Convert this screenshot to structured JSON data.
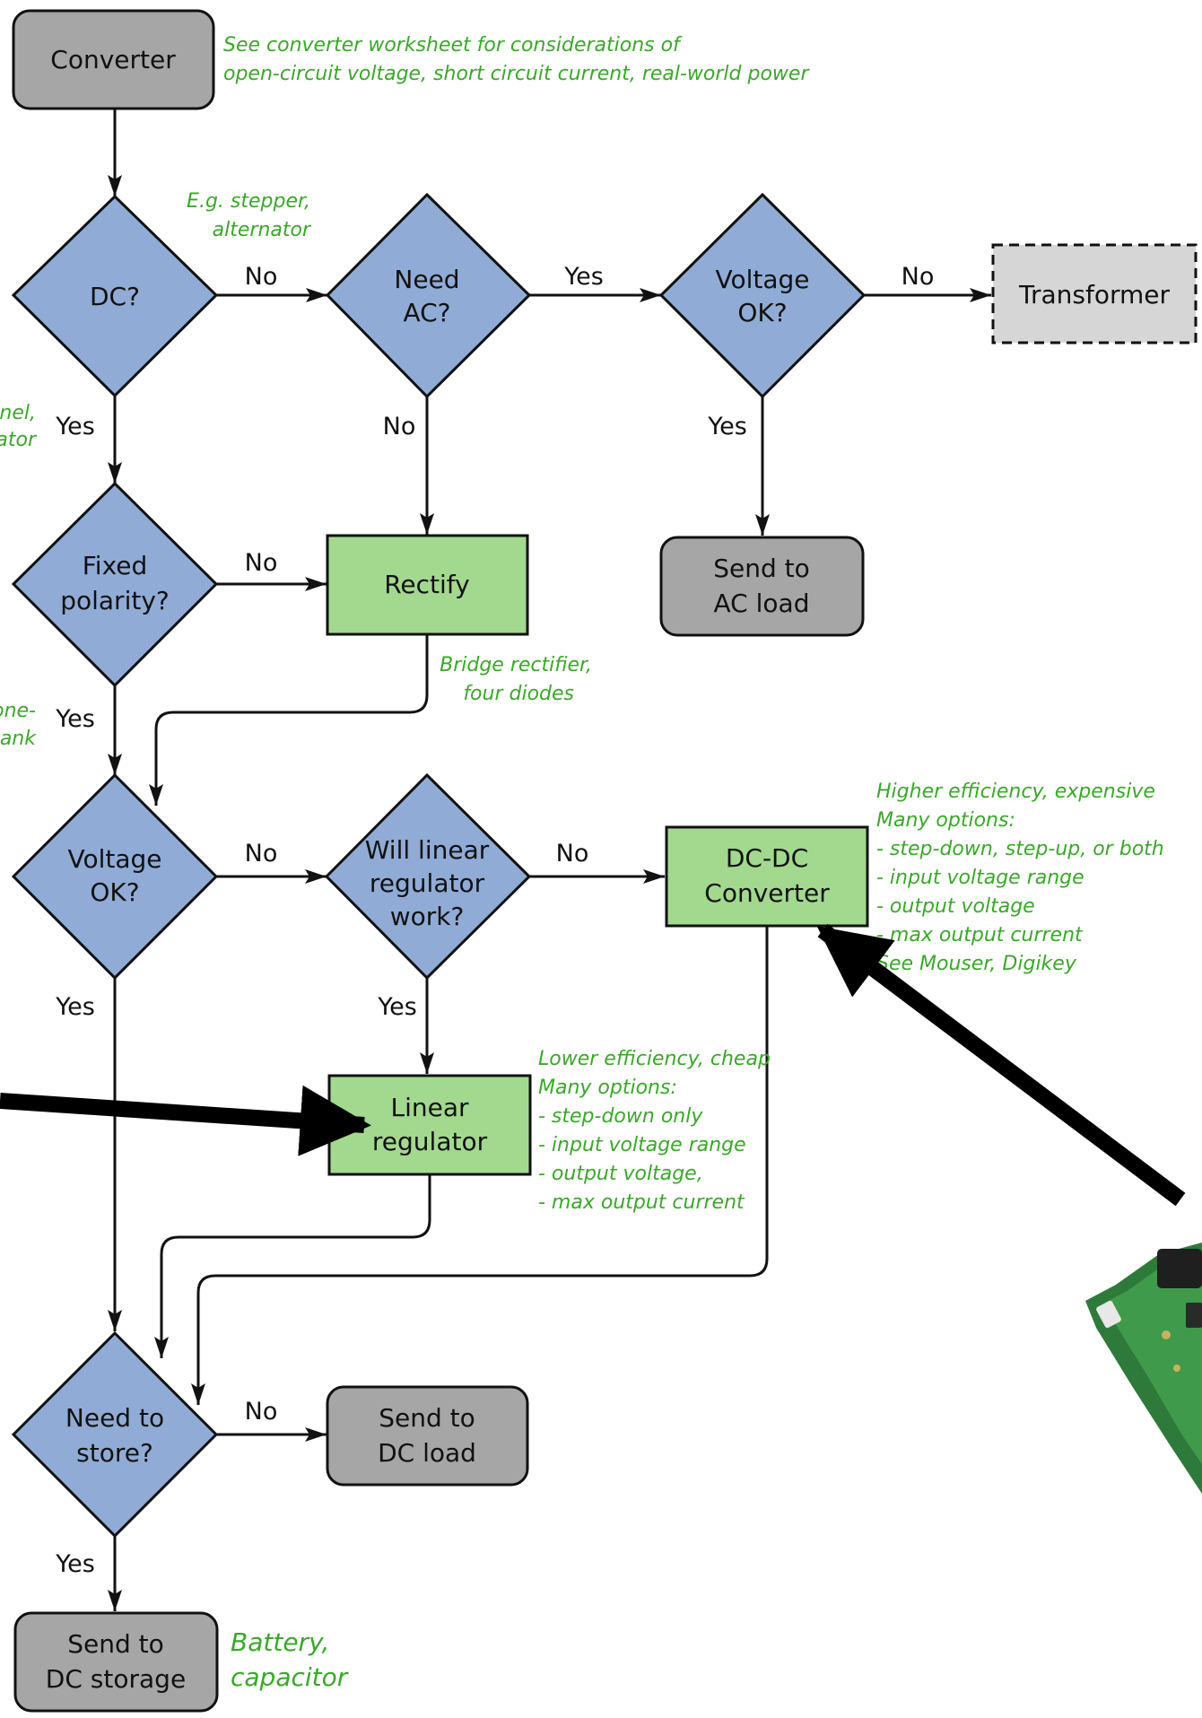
{
  "nodes": {
    "converter": "Converter",
    "dc": "DC?",
    "need_ac": [
      "Need",
      "AC?"
    ],
    "voltage_ok_ac": [
      "Voltage",
      "OK?"
    ],
    "transformer": "Transformer",
    "fixed_polarity": [
      "Fixed",
      "polarity?"
    ],
    "rectify": "Rectify",
    "send_ac_load": [
      "Send to",
      "AC load"
    ],
    "voltage_ok_dc": [
      "Voltage",
      "OK?"
    ],
    "will_linear": [
      "Will linear",
      "regulator",
      "work?"
    ],
    "dcdc_converter": [
      "DC-DC",
      "Converter"
    ],
    "linear_regulator": [
      "Linear",
      "regulator"
    ],
    "need_to_store": [
      "Need to",
      "store?"
    ],
    "send_dc_load": [
      "Send to",
      "DC load"
    ],
    "send_dc_storage": [
      "Send to",
      "DC storage"
    ]
  },
  "edge_labels": {
    "dc_no": "No",
    "need_ac_yes": "Yes",
    "voltage_ac_no": "No",
    "dc_yes": "Yes",
    "need_ac_no": "No",
    "voltage_ac_yes": "Yes",
    "fixed_no": "No",
    "fixed_yes": "Yes",
    "voltage_dc_no": "No",
    "will_linear_no": "No",
    "voltage_dc_yes": "Yes",
    "will_linear_yes": "Yes",
    "store_no": "No",
    "store_yes": "Yes"
  },
  "notes": {
    "converter_note": [
      "See converter worksheet for considerations of",
      "open-circuit voltage, short circuit current, real-world power"
    ],
    "ac_example": [
      "E.g. stepper,",
      "alternator"
    ],
    "dc_example_partial": [
      "nel,",
      "ator"
    ],
    "polarity_example_partial": [
      "one-",
      "ank"
    ],
    "rectify_note": [
      "Bridge rectifier,",
      "four diodes"
    ],
    "dcdc_note": [
      "Higher efficiency, expensive",
      "Many options:",
      "- step-down, step-up, or both",
      "- input voltage range",
      "- output voltage",
      "- max output current",
      "See Mouser, Digikey"
    ],
    "linear_note": [
      "Lower efficiency, cheap",
      "Many options:",
      "- step-down only",
      "- input voltage range",
      "- output voltage,",
      "- max output current"
    ],
    "storage_note": [
      "Battery,",
      "capacitor"
    ]
  },
  "colors": {
    "decision_fill": "#90acd6",
    "process_fill": "#a3d98e",
    "terminal_fill": "#a6a6a6",
    "optional_fill": "#d6d6d6",
    "note_text": "#3aa829",
    "photo_board": "#2e7a3a"
  }
}
